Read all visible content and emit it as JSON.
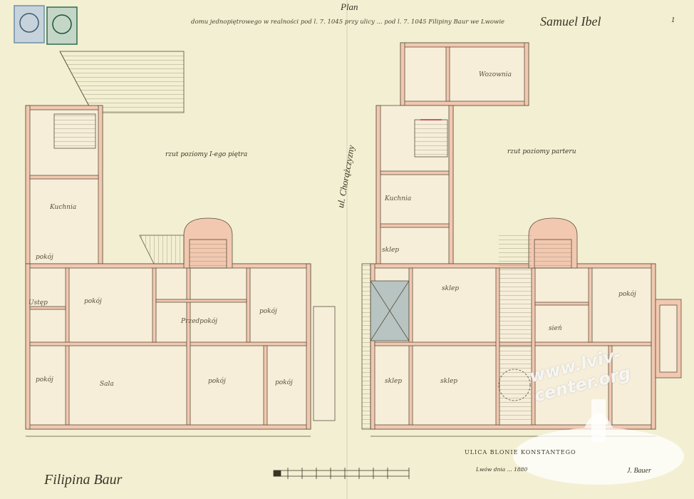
{
  "sheet": {
    "title": "Plan",
    "description": "domu jednopiętrowego w realności pod l. 7. 1045 przy ulicy ... pod l. 7. 1045 Filipiny Baur we Lwowie",
    "owner_signature_top": "Samuel Ibel",
    "page_number": "1",
    "owner_signature_bottom": "Filipina Baur",
    "date_line": "Lwów dnia ... 1880",
    "architect_signature": "J. Bauer",
    "watermark": "www.lviv-center.org"
  },
  "plans": {
    "left": {
      "label": "rzut poziomy I-ego piętra"
    },
    "right": {
      "label": "rzut poziomy parteru"
    }
  },
  "streets": {
    "side": "ul. Chorążczyzny",
    "bottom": "ULICA BLONIE KONSTANTEGO"
  },
  "rooms": {
    "l_kuchnia": "Kuchnia",
    "l_pokoj_1": "pokój",
    "l_pokoj_2": "pokój",
    "l_pokoj_3": "pokój",
    "l_pokoj_4": "pokój",
    "l_pokoj_5": "pokój",
    "l_pokoj_6": "pokój",
    "l_przedpokoj": "Przedpokój",
    "l_sala": "Sala",
    "l_ustep": "Ustęp",
    "r_kuchnia": "Kuchnia",
    "r_wozownia": "Wozownia",
    "r_sklep_1": "sklep",
    "r_sklep_2": "sklep",
    "r_sklep_3": "sklep",
    "r_sklep_4": "sklep",
    "r_pokoj": "pokój",
    "r_sien": "sień"
  },
  "stamps": [
    {
      "name": "stamp-1",
      "color": "#6f8fa8"
    },
    {
      "name": "stamp-2",
      "color": "#2f6a4f"
    }
  ],
  "colors": {
    "paper": "#f3efd2",
    "wall_fill": "#f2c8b0",
    "ink": "#5a5040",
    "stair_gray": "#a9b7b4"
  }
}
